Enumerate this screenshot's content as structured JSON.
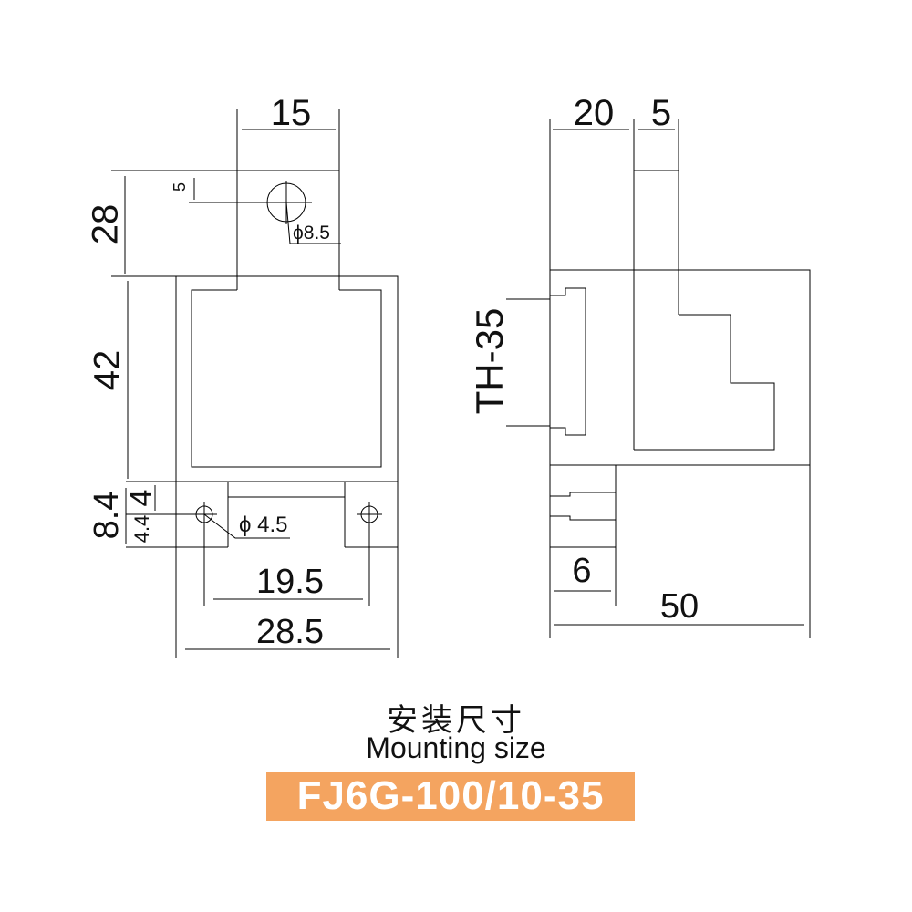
{
  "colors": {
    "line": "#000000",
    "banner": "#F4A460",
    "banner_text": "#FFFFFF"
  },
  "front_view": {
    "dims": {
      "top_width": "15",
      "upper_height": "28",
      "small_offset": "5",
      "big_hole": "ϕ8.5",
      "body_height": "42",
      "base_height": "8.4",
      "base_4": "4",
      "base_44": "4.4",
      "small_hole": "ϕ 4.5",
      "hole_spacing": "19.5",
      "total_width": "28.5"
    }
  },
  "side_view": {
    "dims": {
      "top_20": "20",
      "top_5": "5",
      "rail": "TH-35",
      "bottom_6": "6",
      "total_depth": "50"
    }
  },
  "caption": {
    "cn": "安装尺寸",
    "en": "Mounting size",
    "model": "FJ6G-100/10-35"
  }
}
